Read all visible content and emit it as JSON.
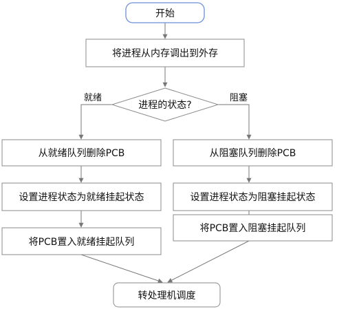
{
  "diagram": {
    "start": "开始",
    "swap_out": "将进程从内存调出到外存",
    "decision": "进程的状态?",
    "branch_ready": "就绪",
    "branch_blocked": "阻塞",
    "remove_ready": "从就绪队列删除PCB",
    "remove_blocked": "从阻塞队列删除PCB",
    "set_ready_suspended": "设置进程状态为就绪挂起状态",
    "set_blocked_suspended": "设置进程状态为阻塞挂起状态",
    "enqueue_ready_suspended": "将PCB置入就绪挂起队列",
    "enqueue_blocked_suspended": "将PCB置入阻塞挂起队列",
    "dispatch": "转处理机调度"
  },
  "colors": {
    "start_border": "#6a8fd8",
    "line": "#777777",
    "box_border": "#8a8a8a",
    "text": "#111111"
  }
}
